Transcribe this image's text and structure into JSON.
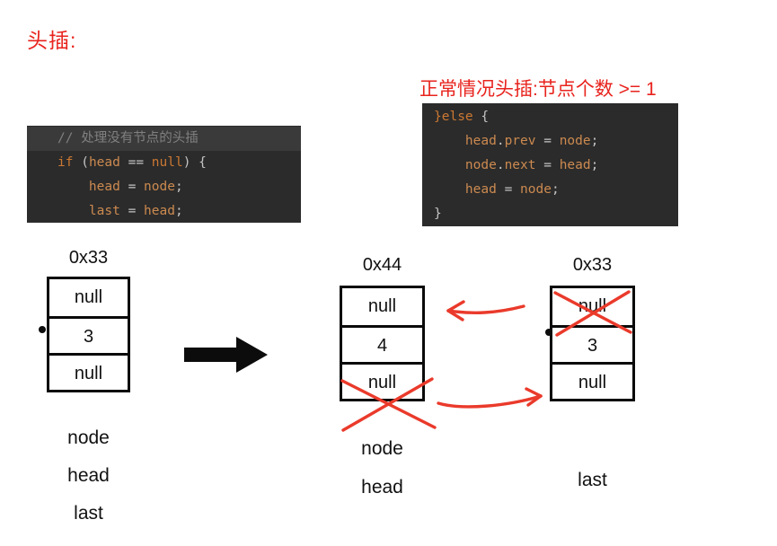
{
  "page": {
    "title": "头插:",
    "note": "正常情况头插:节点个数 >= 1"
  },
  "colors": {
    "accent_red": "#e8231d",
    "draw_red": "#ea3a2b",
    "code_bg": "#2b2b2b",
    "code_hl": "#3a3a3a",
    "tok_kw": "#cc7832",
    "tok_id": "#cc8a50",
    "tok_pl": "#c4c4c4",
    "tok_cm": "#808080"
  },
  "code_left": {
    "lines": [
      {
        "hl": true,
        "toks": [
          [
            "cm",
            "// 处理没有节点的头插"
          ]
        ]
      },
      {
        "toks": [
          [
            "kw",
            "if "
          ],
          [
            "pl",
            "("
          ],
          [
            "id",
            "head "
          ],
          [
            "pl",
            "== "
          ],
          [
            "kw",
            "null"
          ],
          [
            "pl",
            ") {"
          ]
        ]
      },
      {
        "toks": [
          [
            "pl",
            "    "
          ],
          [
            "id",
            "head "
          ],
          [
            "pl",
            "= "
          ],
          [
            "id",
            "node"
          ],
          [
            "pl",
            ";"
          ]
        ]
      },
      {
        "toks": [
          [
            "pl",
            "    "
          ],
          [
            "id",
            "last "
          ],
          [
            "pl",
            "= "
          ],
          [
            "id",
            "head"
          ],
          [
            "pl",
            ";"
          ]
        ]
      }
    ]
  },
  "code_right": {
    "lines": [
      {
        "toks": [
          [
            "kw",
            "}else "
          ],
          [
            "pl",
            "{"
          ]
        ]
      },
      {
        "toks": [
          [
            "pl",
            "    "
          ],
          [
            "id",
            "head"
          ],
          [
            "pl",
            "."
          ],
          [
            "id",
            "prev "
          ],
          [
            "pl",
            "= "
          ],
          [
            "id",
            "node"
          ],
          [
            "pl",
            ";"
          ]
        ]
      },
      {
        "toks": [
          [
            "pl",
            "    "
          ],
          [
            "id",
            "node"
          ],
          [
            "pl",
            "."
          ],
          [
            "id",
            "next "
          ],
          [
            "pl",
            "= "
          ],
          [
            "id",
            "head"
          ],
          [
            "pl",
            ";"
          ]
        ]
      },
      {
        "toks": [
          [
            "pl",
            "    "
          ],
          [
            "id",
            "head "
          ],
          [
            "pl",
            "= "
          ],
          [
            "id",
            "node"
          ],
          [
            "pl",
            ";"
          ]
        ]
      },
      {
        "toks": [
          [
            "pl",
            "}"
          ]
        ]
      }
    ]
  },
  "nodes": {
    "left": {
      "address": "0x33",
      "cells": [
        "null",
        "3",
        "null"
      ],
      "labels": [
        "node",
        "head",
        "last"
      ]
    },
    "mid": {
      "address": "0x44",
      "cells": [
        "null",
        "4",
        "null"
      ],
      "labels": [
        "node",
        "head"
      ]
    },
    "right": {
      "address": "0x33",
      "cells": [
        "null",
        "3",
        "null"
      ],
      "labels": [
        "last"
      ]
    }
  }
}
